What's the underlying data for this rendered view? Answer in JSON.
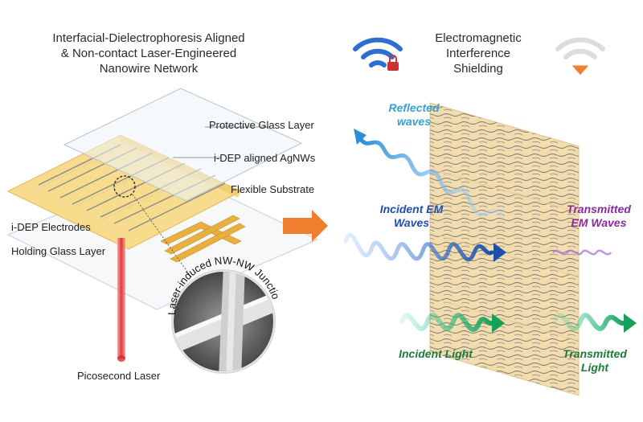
{
  "left_title": [
    "Interfacial-Dielectrophoresis Aligned",
    "& Non-contact Laser-Engineered",
    "Nanowire Network"
  ],
  "right_title": [
    "Electromagnetic",
    "Interference",
    "Shielding"
  ],
  "layer_labels": {
    "protective_glass": "Protective Glass Layer",
    "aligned_agnws": "i-DEP aligned AgNWs",
    "flexible_substrate": "Flexible Substrate",
    "electrodes": "i-DEP Electrodes",
    "holding_glass": "Holding Glass Layer"
  },
  "junction_label": "Laser-induced NW-NW Junction",
  "laser_label": "Picosecond Laser",
  "wave_labels": {
    "reflected": [
      "Reflected",
      "waves"
    ],
    "incident_em": [
      "Incident EM",
      "Waves"
    ],
    "transmitted_em": [
      "Transmitted",
      "EM Waves"
    ],
    "incident_light": [
      "Incident Light"
    ],
    "transmitted_light": [
      "Transmitted",
      "Light"
    ]
  },
  "colors": {
    "reflected": "#3aa0d8",
    "incident_em": "#1f4fa8",
    "transmitted_em": "#8a2a9e",
    "incident_light": "#1e7a3a",
    "transmitted_light": "#1e7a3a",
    "arrow": "#f08030",
    "substrate": "#f5d98a",
    "wifi_blue": "#2c6fd1",
    "lock": "#d03030",
    "wifi_orange": "#f08030"
  },
  "icons": [
    "wifi-locked-icon",
    "wifi-weak-icon",
    "right-arrow-icon"
  ]
}
